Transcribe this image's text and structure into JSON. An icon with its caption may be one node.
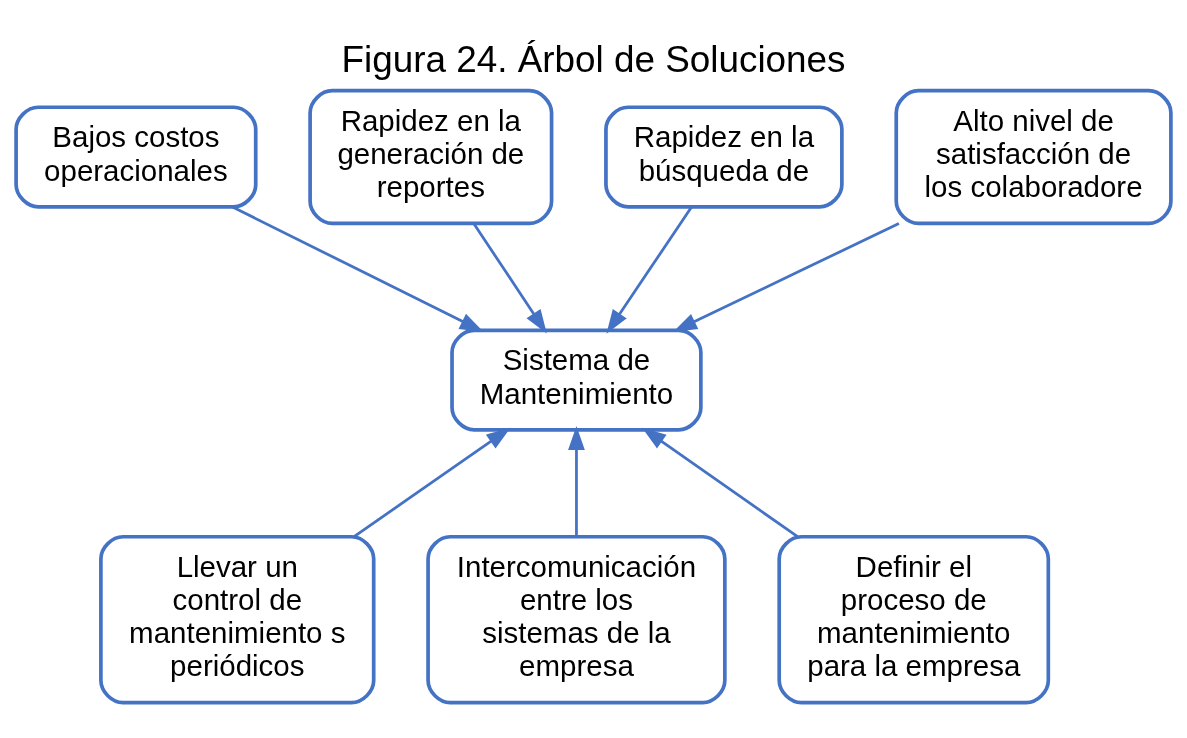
{
  "diagram": {
    "title": "Figura 24. Árbol de Soluciones",
    "nodes": [
      {
        "text": [
          "Bajos costos operacionales"
        ]
      },
      {
        "text": [
          "Rapidez en la generación de reportes"
        ]
      },
      {
        "text": [
          "Rapidez en la búsqueda de"
        ]
      },
      {
        "text": [
          "Alto nivel de satisfacción de los colaboradore"
        ]
      },
      {
        "text": [
          "Sistema de Mantenimiento"
        ]
      },
      {
        "text": [
          "Llevar un control de mantenimiento s periódicos"
        ]
      },
      {
        "text": [
          "Intercomunicación entre los sistemas de la empresa"
        ]
      },
      {
        "text": [
          "Definir el proceso de mantenimiento para la empresa"
        ]
      }
    ],
    "edges": [
      {
        "from": 0,
        "to": 4,
        "arrow": "to"
      },
      {
        "from": 1,
        "to": 4,
        "arrow": "to"
      },
      {
        "from": 2,
        "to": 4,
        "arrow": "to"
      },
      {
        "from": 3,
        "to": 4,
        "arrow": "to"
      },
      {
        "from": 5,
        "to": 4,
        "arrow": "to"
      },
      {
        "from": 6,
        "to": 4,
        "arrow": "to"
      },
      {
        "from": 7,
        "to": 4,
        "arrow": "to"
      }
    ]
  }
}
